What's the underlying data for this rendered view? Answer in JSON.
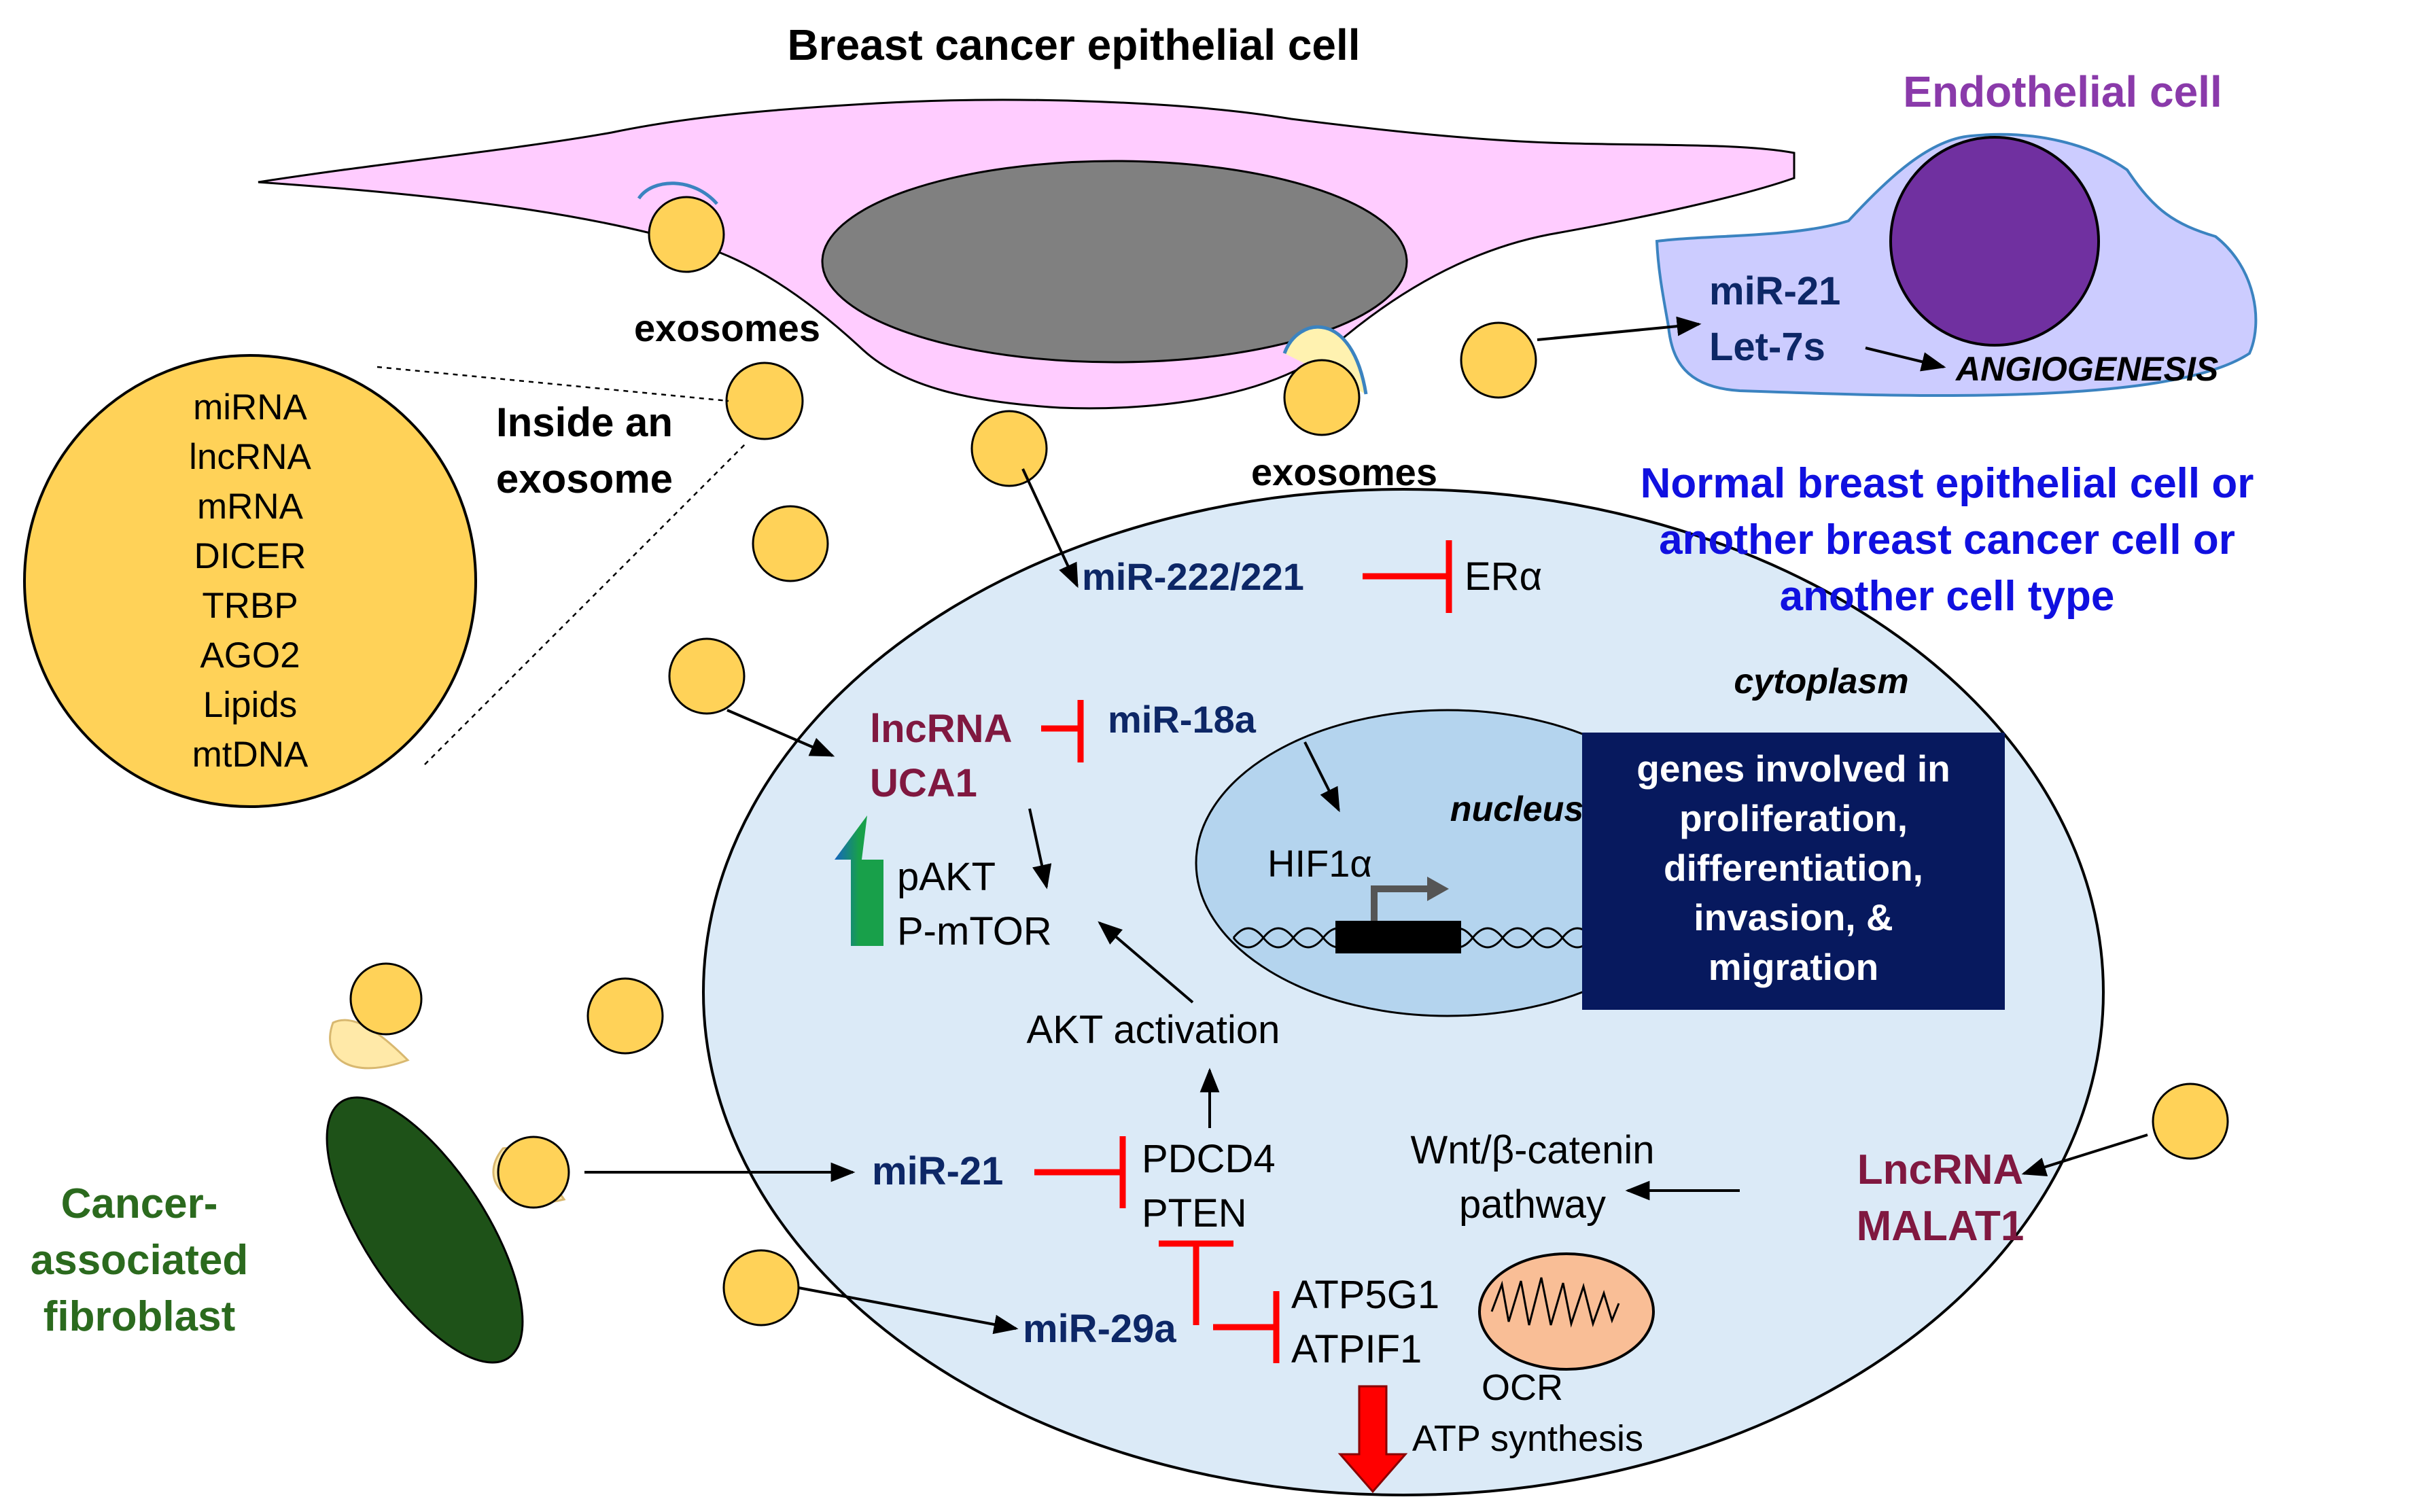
{
  "labels": {
    "breast_cancer_cell": "Breast cancer epithelial cell",
    "endothelial_cell": "Endothelial cell",
    "exosomes_left": "exosomes",
    "exosomes_mid": "exosomes",
    "inside_exosome_1": "Inside an",
    "inside_exosome_2": "exosome",
    "target_cell_1": "Normal breast epithelial cell or",
    "target_cell_2": "another breast cancer cell or",
    "target_cell_3": "another cell type",
    "cytoplasm": "cytoplasm",
    "nucleus": "nucleus",
    "caf_1": "Cancer-",
    "caf_2": "associated",
    "caf_3": "fibroblast"
  },
  "exosome_contents": [
    "miRNA",
    "lncRNA",
    "mRNA",
    "DICER",
    "TRBP",
    "AGO2",
    "Lipids",
    "mtDNA"
  ],
  "endothelial": {
    "mir21": "miR-21",
    "let7": "Let-7s",
    "angiogenesis": "ANGIOGENESIS"
  },
  "pathway": {
    "mir222": "miR-222/221",
    "era": "ERα",
    "lncrna_1": "lncRNA",
    "lncrna_2": "UCA1",
    "mir18a": "miR-18a",
    "hif1a": "HIF1α",
    "pakt": "pAKT",
    "pmtor": "P-mTOR",
    "akt_activation": "AKT activation",
    "mir21": "miR-21",
    "pdcd4": "PDCD4",
    "pten": "PTEN",
    "wnt_1": "Wnt/β-catenin",
    "wnt_2": "pathway",
    "malat_1": "LncRNA",
    "malat_2": "MALAT1",
    "mir29a": "miR-29a",
    "atp5g1": "ATP5G1",
    "atpif1": "ATPIF1",
    "ocr": "OCR",
    "atp_synthesis": "ATP synthesis"
  },
  "genes_box": [
    "genes involved in",
    "proliferation,",
    "differentiation,",
    "invasion, &",
    "migration"
  ],
  "colors": {
    "cancer_cell_fill": "#ffccff",
    "nucleus_gray": "#808080",
    "exosome_yellow": "#ffd258",
    "endothelial_fill": "#ccccff",
    "endothelial_nucleus": "#7030a0",
    "target_cell_fill": "#dbeaf7",
    "target_nucleus_fill": "#b4d4ee",
    "genes_box_fill": "#07195e",
    "fibroblast_green": "#1e5218",
    "mirna_blue": "#0d2766",
    "lncrna_maroon": "#801840",
    "inhibition_red": "#ff0000",
    "up_arrow_green": "#18a04a",
    "mito_fill": "#f9be96",
    "heading_blue": "#1010e0",
    "endothelial_title": "#8a3aaa",
    "caf_title": "#2b6a1e"
  }
}
